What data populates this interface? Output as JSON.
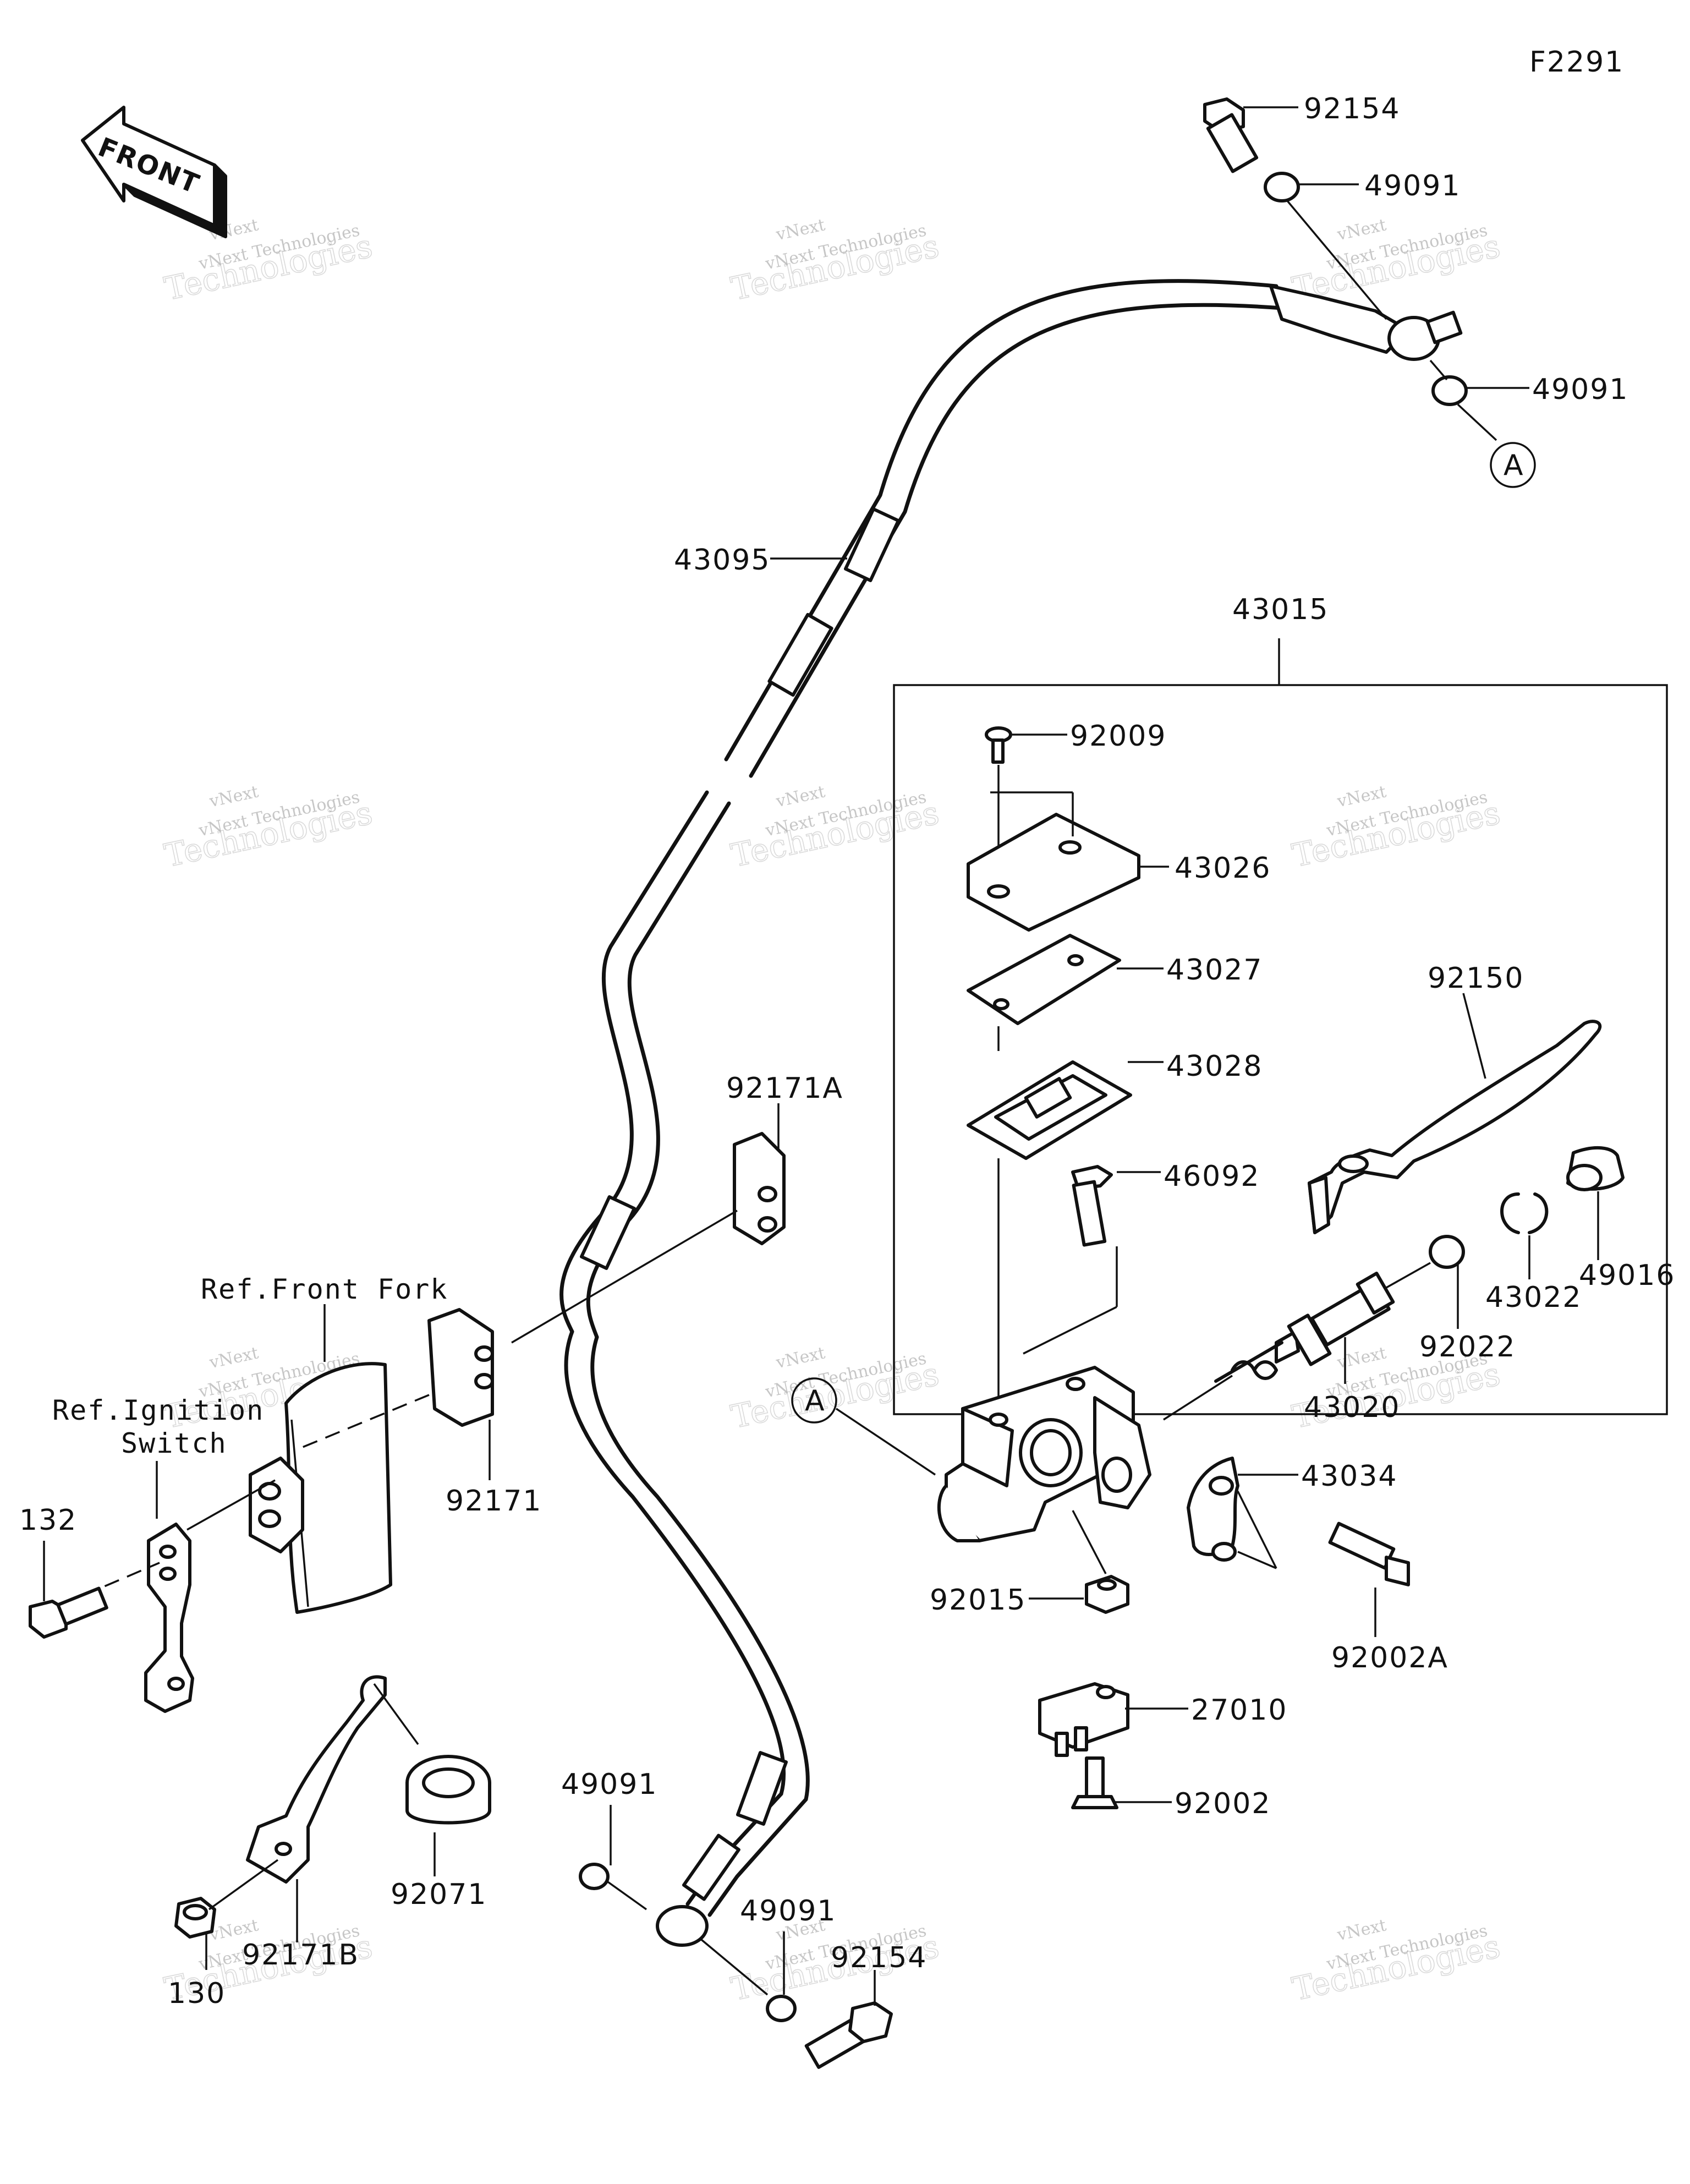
{
  "figure_code": "F2291",
  "front_arrow_text": "FRONT",
  "assembly_box_label": "43015",
  "circle_marker": "A",
  "ref_labels": {
    "front_fork": "Ref.Front Fork",
    "ignition_line1": "Ref.Ignition",
    "ignition_line2": "Switch"
  },
  "part_labels": [
    {
      "id": "92154_top",
      "text": "92154"
    },
    {
      "id": "49091_a",
      "text": "49091"
    },
    {
      "id": "49091_b",
      "text": "49091"
    },
    {
      "id": "43095",
      "text": "43095"
    },
    {
      "id": "92009",
      "text": "92009"
    },
    {
      "id": "43026",
      "text": "43026"
    },
    {
      "id": "43027",
      "text": "43027"
    },
    {
      "id": "43028",
      "text": "43028"
    },
    {
      "id": "46092",
      "text": "46092"
    },
    {
      "id": "92150",
      "text": "92150"
    },
    {
      "id": "92171A",
      "text": "92171A"
    },
    {
      "id": "49016",
      "text": "49016"
    },
    {
      "id": "43022",
      "text": "43022"
    },
    {
      "id": "92022",
      "text": "92022"
    },
    {
      "id": "43020",
      "text": "43020"
    },
    {
      "id": "43034",
      "text": "43034"
    },
    {
      "id": "92015",
      "text": "92015"
    },
    {
      "id": "92002A",
      "text": "92002A"
    },
    {
      "id": "27010",
      "text": "27010"
    },
    {
      "id": "92002",
      "text": "92002"
    },
    {
      "id": "92171",
      "text": "92171"
    },
    {
      "id": "132",
      "text": "132"
    },
    {
      "id": "92071",
      "text": "92071"
    },
    {
      "id": "49091_c",
      "text": "49091"
    },
    {
      "id": "49091_d",
      "text": "49091"
    },
    {
      "id": "92154_bottom",
      "text": "92154"
    },
    {
      "id": "92171B",
      "text": "92171B"
    },
    {
      "id": "130",
      "text": "130"
    }
  ],
  "watermark": {
    "line1": "vNext Technologies",
    "line2": "Technologies",
    "line3": "vNext"
  }
}
